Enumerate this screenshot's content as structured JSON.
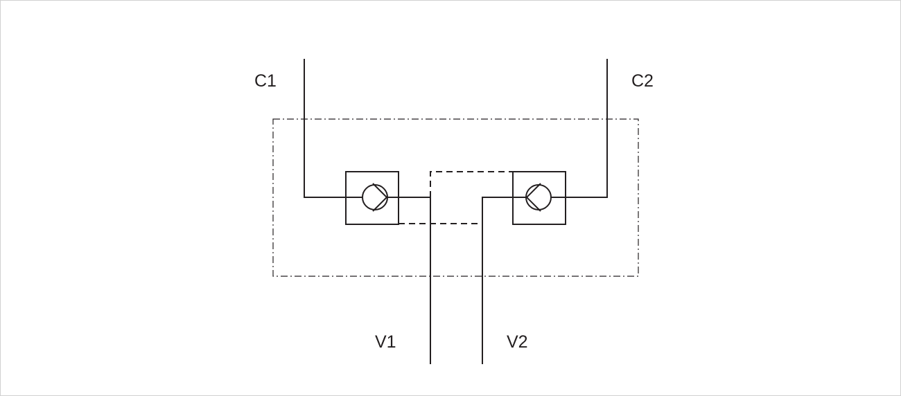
{
  "labels": {
    "c1": "C1",
    "c2": "C2",
    "v1": "V1",
    "v2": "V2"
  },
  "colors": {
    "line": "#231f20",
    "border": "#d0d0d0"
  }
}
